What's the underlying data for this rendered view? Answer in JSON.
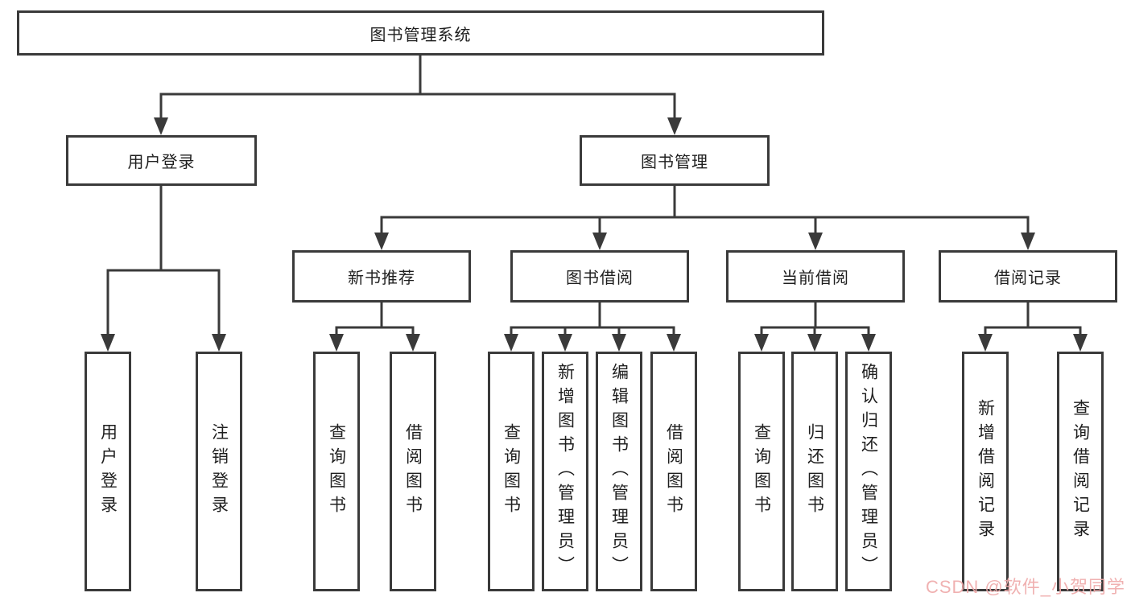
{
  "colors": {
    "background": "#ffffff",
    "line": "#3a3a3a",
    "border": "#3a3a3a",
    "text": "#1f1f1f",
    "watermark": "#efabab"
  },
  "tree": {
    "label": "图书管理系统",
    "children": [
      {
        "label": "用户登录",
        "children": [
          {
            "label": "用户登录"
          },
          {
            "label": "注销登录"
          }
        ]
      },
      {
        "label": "图书管理",
        "children": [
          {
            "label": "新书推荐",
            "children": [
              {
                "label": "查询图书"
              },
              {
                "label": "借阅图书"
              }
            ]
          },
          {
            "label": "图书借阅",
            "children": [
              {
                "label": "查询图书"
              },
              {
                "label": "新增图书（管理员）"
              },
              {
                "label": "编辑图书（管理员）"
              },
              {
                "label": "借阅图书"
              }
            ]
          },
          {
            "label": "当前借阅",
            "children": [
              {
                "label": "查询图书"
              },
              {
                "label": "归还图书"
              },
              {
                "label": "确认归还（管理员）"
              }
            ]
          },
          {
            "label": "借阅记录",
            "children": [
              {
                "label": "新增借阅记录"
              },
              {
                "label": "查询借阅记录"
              }
            ]
          }
        ]
      }
    ]
  },
  "watermark": {
    "text": "CSDN @软件_小贺同学"
  }
}
